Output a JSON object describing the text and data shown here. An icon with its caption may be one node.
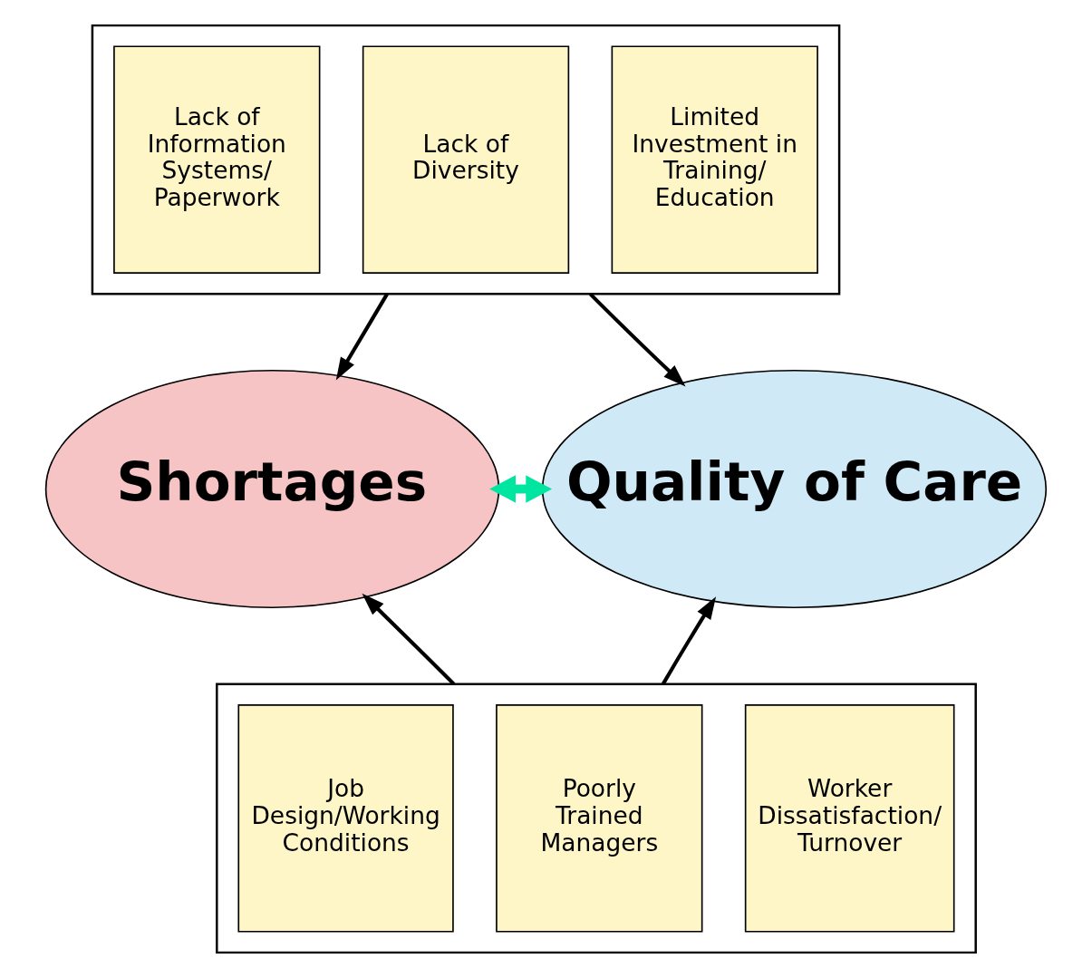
{
  "diagram": {
    "nodes": [
      {
        "text": [],
        "shape": "box"
      },
      {
        "text": [
          "Lack of Information Systems/ Paperwork"
        ],
        "in": 0
      },
      {
        "text": [
          "Lack of Diversity"
        ],
        "in": 0
      },
      {
        "text": [
          "Limited Investment in Training/ Education"
        ],
        "in": 0
      },
      {
        "text": [
          "Shortages"
        ]
      },
      {
        "text": [
          "Quality of Care"
        ]
      },
      {
        "text": [],
        "shape": "box"
      },
      {
        "text": [
          "Job Design/Working Conditions"
        ],
        "in": 6
      },
      {
        "text": [
          "Poorly Trained Managers"
        ],
        "in": 6
      },
      {
        "text": [
          "Worker Dissatisfaction/ Turnover"
        ],
        "in": 6
      }
    ],
    "edges": [
      {
        "from": 0,
        "to": 4,
        "arrow": "to"
      },
      {
        "from": 0,
        "to": 5,
        "arrow": "to"
      },
      {
        "from": 4,
        "to": 5,
        "arrow": "both",
        "style": "thick",
        "color": "#00e6a0"
      },
      {
        "from": 6,
        "to": 4,
        "arrow": "to"
      },
      {
        "from": 6,
        "to": 5,
        "arrow": "to"
      }
    ]
  }
}
